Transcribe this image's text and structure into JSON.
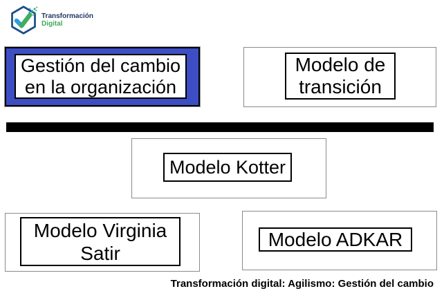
{
  "logo": {
    "title": "Transformación",
    "subtitle": "Digital"
  },
  "boxes": {
    "main": {
      "line1": "Gestión del cambio",
      "line2": "en la organización"
    },
    "transition": {
      "line1": "Modelo de",
      "line2": "transición"
    },
    "kotter": {
      "line1": "Modelo Kotter"
    },
    "satir": {
      "line1": "Modelo Virginia",
      "line2": "Satir"
    },
    "adkar": {
      "line1": "Modelo ADKAR"
    }
  },
  "footer": {
    "caption": "Transformación digital: Agilismo: Gestión del cambio"
  },
  "colors": {
    "highlight_blue": "#3d4ec4",
    "divider_black": "#000000",
    "box_border_black": "#000000",
    "outer_border_gray": "#8a8a8a",
    "logo_navy": "#1f3864",
    "logo_green": "#3faa59",
    "logo_lightblue": "#2d9fd8",
    "logo_hex_stroke": "#1d4e89"
  }
}
